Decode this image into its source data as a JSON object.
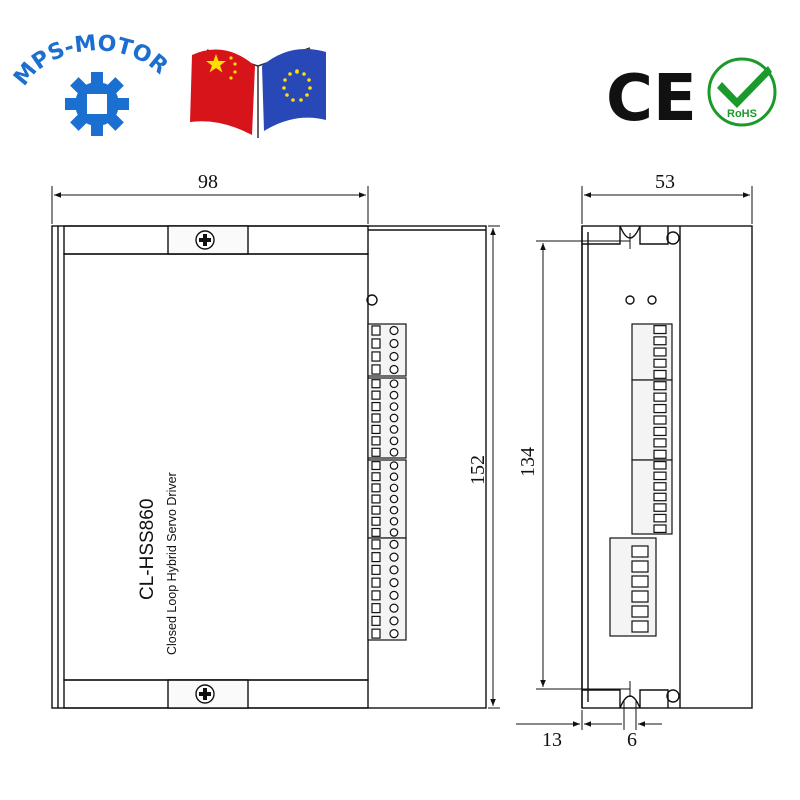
{
  "brand": {
    "logo_text": "MPS-MOTOR",
    "logo_color": "#1b6fd1",
    "gear_icon": "gear-icon"
  },
  "flags": {
    "china": {
      "color": "#d7141a",
      "star_color": "#ffde00"
    },
    "eu": {
      "color": "#2948b8",
      "star_color": "#ffde00"
    }
  },
  "certifications": {
    "ce_label": "CE",
    "rohs_label": "RoHS",
    "rohs_color": "#1a9a2a"
  },
  "product": {
    "model": "CL-HSS860",
    "description": "Closed Loop Hybrid Servo Driver"
  },
  "dimensions": {
    "front_width": "98",
    "front_height": "152",
    "side_width": "53",
    "mount_hole_spacing": "134",
    "mount_offset": "13",
    "slot_width": "6"
  }
}
